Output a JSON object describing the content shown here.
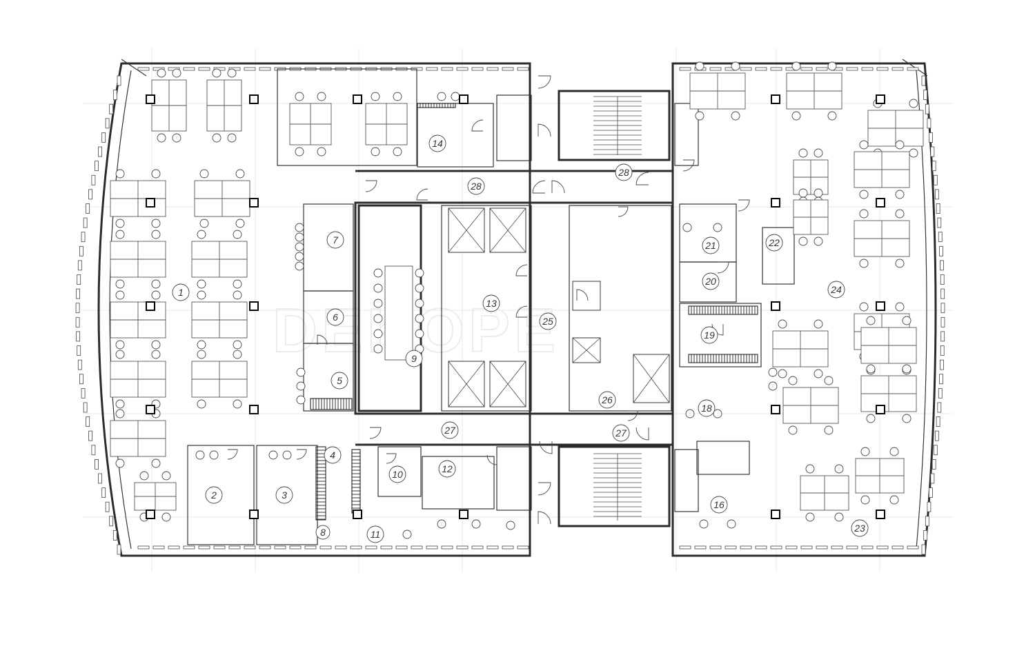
{
  "plan": {
    "watermark": "DEKOPE",
    "rooms": [
      {
        "id": "r1",
        "label": "1"
      },
      {
        "id": "r2",
        "label": "2"
      },
      {
        "id": "r3",
        "label": "3"
      },
      {
        "id": "r4",
        "label": "4"
      },
      {
        "id": "r5",
        "label": "5"
      },
      {
        "id": "r6",
        "label": "6"
      },
      {
        "id": "r7",
        "label": "7"
      },
      {
        "id": "r8",
        "label": "8"
      },
      {
        "id": "r9",
        "label": "9"
      },
      {
        "id": "r10",
        "label": "10"
      },
      {
        "id": "r11",
        "label": "11"
      },
      {
        "id": "r12",
        "label": "12"
      },
      {
        "id": "r13",
        "label": "13"
      },
      {
        "id": "r14",
        "label": "14"
      },
      {
        "id": "r16",
        "label": "16"
      },
      {
        "id": "r18",
        "label": "18"
      },
      {
        "id": "r19",
        "label": "19"
      },
      {
        "id": "r20",
        "label": "20"
      },
      {
        "id": "r21",
        "label": "21"
      },
      {
        "id": "r22",
        "label": "22"
      },
      {
        "id": "r23",
        "label": "23"
      },
      {
        "id": "r24",
        "label": "24"
      },
      {
        "id": "r25",
        "label": "25"
      },
      {
        "id": "r26",
        "label": "26"
      },
      {
        "id": "r27a",
        "label": "27"
      },
      {
        "id": "r27b",
        "label": "27"
      },
      {
        "id": "r28a",
        "label": "28"
      },
      {
        "id": "r28b",
        "label": "28"
      }
    ]
  }
}
